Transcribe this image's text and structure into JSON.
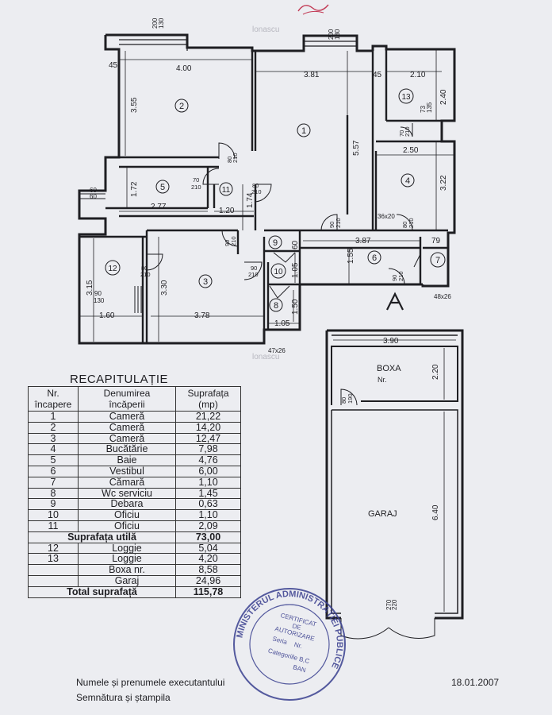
{
  "plan": {
    "dims": {
      "top_window_a": "200",
      "top_window_a2": "130",
      "top_window_b": "200",
      "top_window_b2": "130",
      "d45_left": "45",
      "w_room2": "4.00",
      "w_room1": "3.81",
      "d45_mid": "45",
      "w_room13": "2.10",
      "h_room13": "2.40",
      "h_room2": "3.55",
      "h_room1": "5.57",
      "w_room4": "2.50",
      "h_room4": "3.22",
      "h_room5": "1.72",
      "w_room5": "2.77",
      "w_hall11": "1.20",
      "h_hall11": "1.74",
      "w_vest6": "3.87",
      "h_vest6": "1.55",
      "d79": "79",
      "h_room12": "3.15",
      "h_room3": "3.30",
      "w_room12": "1.60",
      "w_room3": "3.78",
      "h_wc8": "1.50",
      "w_wc8": "1.05",
      "h_oficiu10": "1.05",
      "d60": "60",
      "win_left_a": "60",
      "win_left_b": "60",
      "w_boxa": "3.90",
      "h_boxa": "2.20",
      "h_garaj": "6.40",
      "garage_door_a": "270",
      "garage_door_b": "220",
      "window_90_130": "90",
      "window_90_130b": "130",
      "door_47x26": "47x26",
      "door_48x26": "48x26",
      "door_36x20": "36x20",
      "door_73": "73",
      "door_135": "135"
    },
    "doors": [
      {
        "a": "80",
        "b": "210"
      },
      {
        "a": "70",
        "b": "210"
      },
      {
        "a": "80",
        "b": "210"
      },
      {
        "a": "90",
        "b": "210"
      },
      {
        "a": "80",
        "b": "210"
      },
      {
        "a": "90",
        "b": "210"
      },
      {
        "a": "80",
        "b": "210"
      },
      {
        "a": "90",
        "b": "210"
      },
      {
        "a": "90",
        "b": "210"
      },
      {
        "a": "70",
        "b": "210"
      },
      {
        "a": "80",
        "b": "190"
      }
    ],
    "rooms": {
      "r1": "1",
      "r2": "2",
      "r3": "3",
      "r4": "4",
      "r5": "5",
      "r6": "6",
      "r7": "7",
      "r8": "8",
      "r9": "9",
      "r10": "10",
      "r11": "11",
      "r12": "12",
      "r13": "13"
    },
    "boxa_label": "BOXA",
    "boxa_nr": "Nr.",
    "garaj_label": "GARAJ",
    "watermark_a": "lonascu",
    "watermark_b": "lonascu"
  },
  "recap": {
    "title": "RECAPITULAȚIE",
    "headers": {
      "nr": "Nr.\nîncapere",
      "den": "Denumirea\nîncăperii",
      "sup": "Suprafața\n(mp)"
    },
    "rows": [
      {
        "nr": "1",
        "den": "Cameră",
        "sup": "21,22"
      },
      {
        "nr": "2",
        "den": "Cameră",
        "sup": "14,20"
      },
      {
        "nr": "3",
        "den": "Cameră",
        "sup": "12,47"
      },
      {
        "nr": "4",
        "den": "Bucătărie",
        "sup": "7,98"
      },
      {
        "nr": "5",
        "den": "Baie",
        "sup": "4,76"
      },
      {
        "nr": "6",
        "den": "Vestibul",
        "sup": "6,00"
      },
      {
        "nr": "7",
        "den": "Cămară",
        "sup": "1,10"
      },
      {
        "nr": "8",
        "den": "Wc serviciu",
        "sup": "1,45"
      },
      {
        "nr": "9",
        "den": "Debara",
        "sup": "0,63"
      },
      {
        "nr": "10",
        "den": "Oficiu",
        "sup": "1,10"
      },
      {
        "nr": "11",
        "den": "Oficiu",
        "sup": "2,09"
      }
    ],
    "util_label": "Suprafața utilă",
    "util_value": "73,00",
    "rows2": [
      {
        "nr": "12",
        "den": "Loggie",
        "sup": "5,04"
      },
      {
        "nr": "13",
        "den": "Loggie",
        "sup": "4,20"
      },
      {
        "nr": "",
        "den": "Boxa nr.",
        "sup": "8,58"
      },
      {
        "nr": "",
        "den": "Garaj",
        "sup": "24,96"
      }
    ],
    "total_label": "Total suprafață",
    "total_value": "115,78"
  },
  "footer": {
    "line1": "Numele și prenumele executantului",
    "line2": "Semnătura și ștampila",
    "date": "18.01.2007"
  },
  "stamp": {
    "ring": "MINISTERUL ADMINISTRAȚIEI PUBLICE",
    "l1": "CERTIFICAT",
    "l2": "DE",
    "l3": "AUTORIZARE",
    "l4": "Seria",
    "l5": "Nr.",
    "l6": "Categoriile B,C",
    "l7": "BAN"
  },
  "colors": {
    "ink": "#1e1e22",
    "paper": "#ecedf1",
    "stamp": "#3a3f8f"
  }
}
